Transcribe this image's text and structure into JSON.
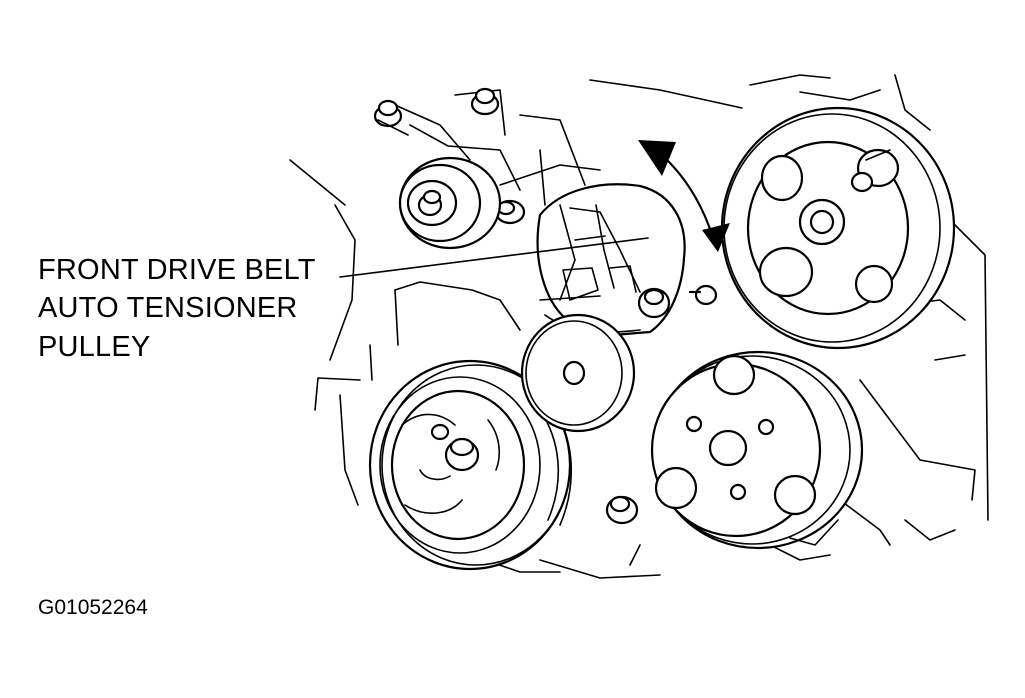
{
  "callout": {
    "line1": "FRONT DRIVE BELT",
    "line2": "AUTO TENSIONER",
    "line3": "PULLEY"
  },
  "figure_id": "G01052264",
  "colors": {
    "ink": "#000000",
    "paper": "#ffffff"
  },
  "icons": {
    "rotation_indicator": "double-headed-curved-arrow-icon"
  }
}
